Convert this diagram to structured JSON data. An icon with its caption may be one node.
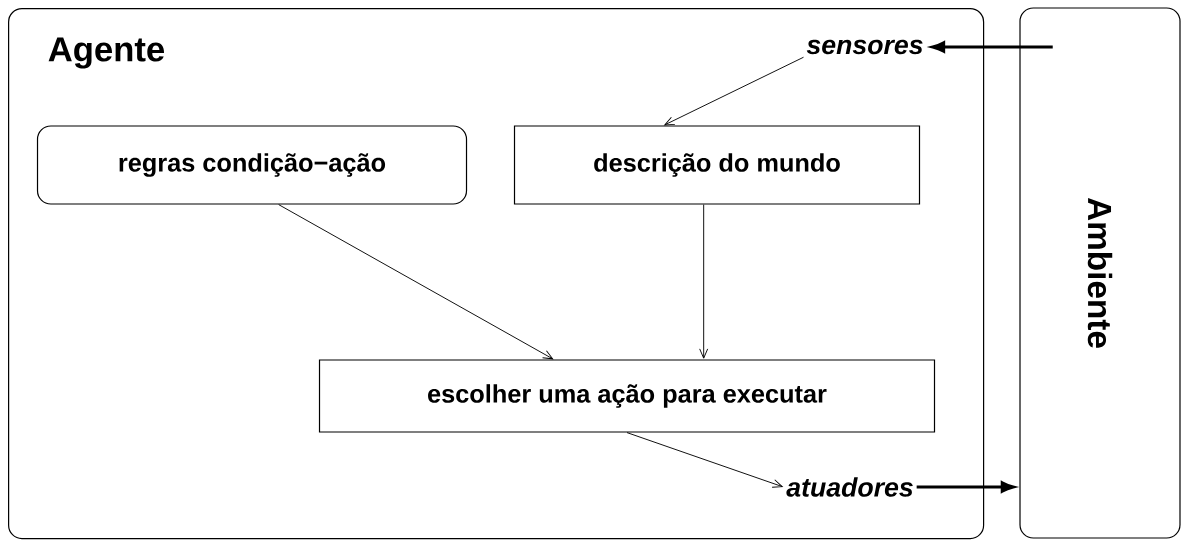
{
  "diagram": {
    "nodes": [
      {
        "text": [
          "Agente"
        ]
      },
      {
        "text": [
          "Ambiente"
        ]
      },
      {
        "text": [
          "*sensores*"
        ],
        "in": 0
      },
      {
        "text": [
          "regras condição−ação"
        ],
        "in": 0
      },
      {
        "text": [
          "descrição do mundo"
        ],
        "in": 0
      },
      {
        "text": [
          "escolher uma ação para executar"
        ],
        "in": 0
      },
      {
        "text": [
          "*atuadores*"
        ],
        "in": 0
      }
    ],
    "edges": [
      {
        "from": 1,
        "to": 2,
        "arrow": "to",
        "style": "thick"
      },
      {
        "from": 2,
        "to": 4,
        "arrow": "to"
      },
      {
        "from": 3,
        "to": 5,
        "arrow": "to"
      },
      {
        "from": 4,
        "to": 5,
        "arrow": "to"
      },
      {
        "from": 5,
        "to": 6,
        "arrow": "to"
      },
      {
        "from": 6,
        "to": 1,
        "arrow": "to",
        "style": "thick"
      }
    ]
  }
}
